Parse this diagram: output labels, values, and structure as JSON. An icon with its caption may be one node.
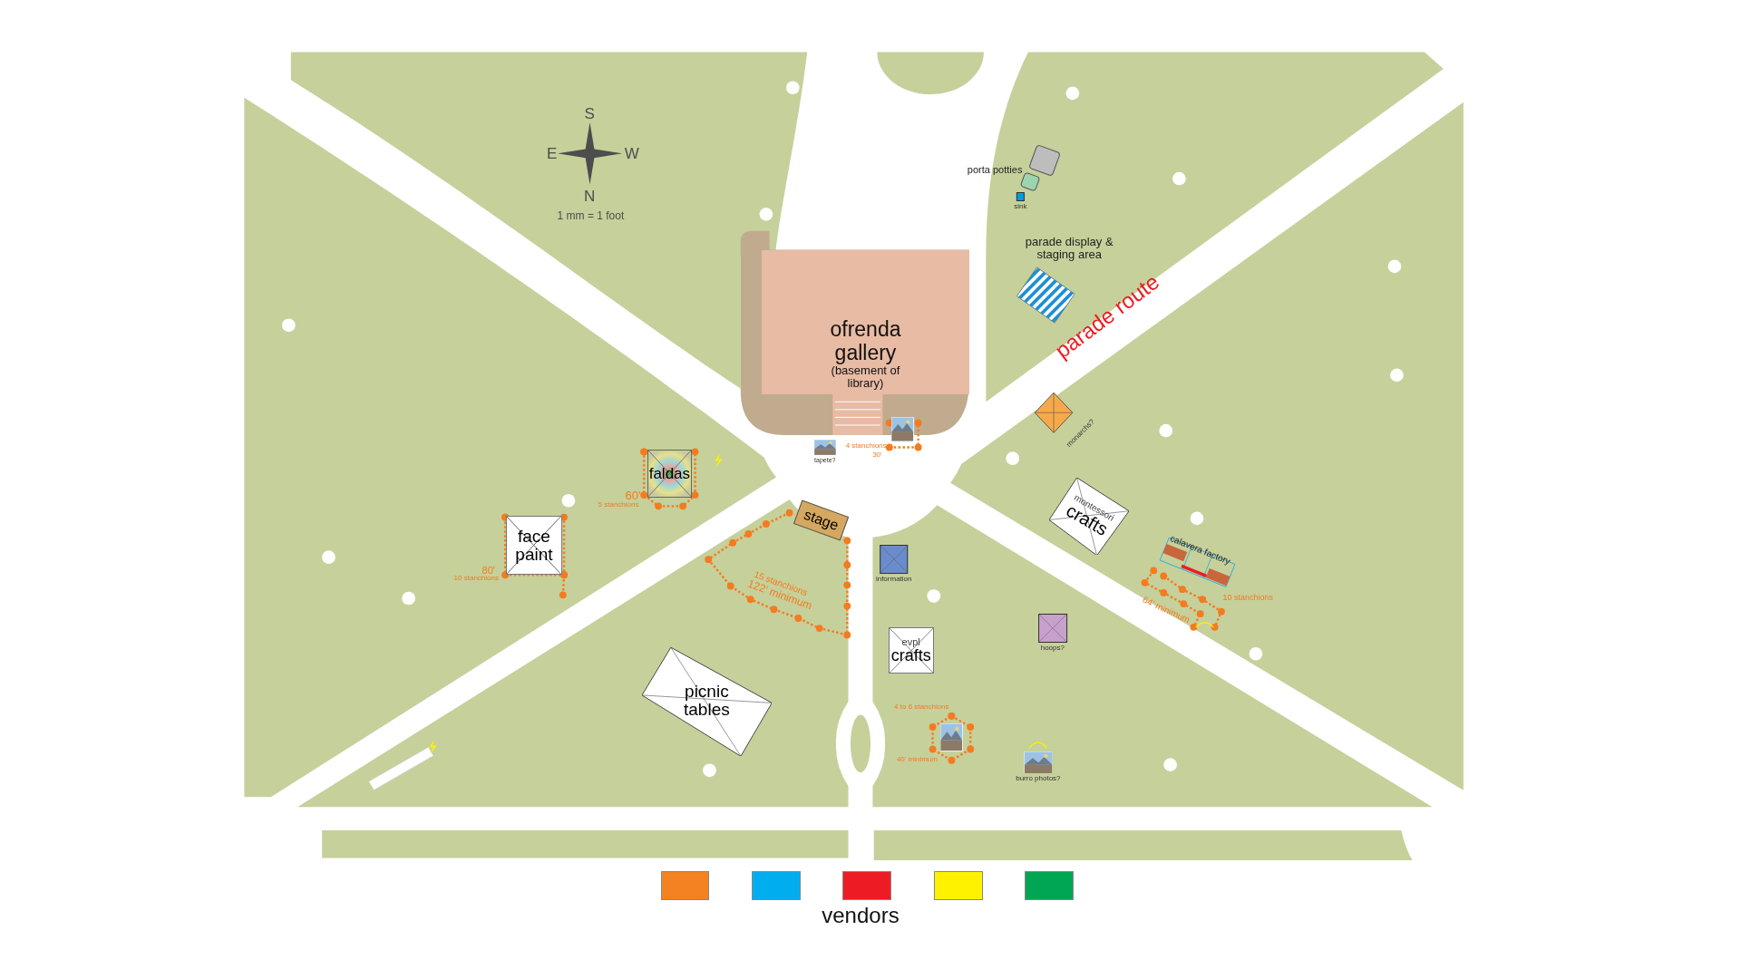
{
  "diagram": {
    "nodes": [
      {
        "text": [
          "ofrenda gallery",
          "(basement of library)"
        ]
      },
      {
        "text": [
          "faldas"
        ],
        "beside": [
          "60'",
          "5 stanchions"
        ]
      },
      {
        "text": [
          "face paint"
        ],
        "beside": [
          "80'",
          "10 stanchions"
        ]
      },
      {
        "text": [
          "stage"
        ],
        "beside": [
          "15 stanchions",
          "122' minimum"
        ]
      },
      {
        "text": [
          "information"
        ]
      },
      {
        "text": [
          "evpl",
          "crafts"
        ]
      },
      {
        "text": [
          "picnic tables"
        ]
      },
      {
        "text": [
          "montessori",
          "crafts"
        ]
      },
      {
        "text": [
          "hoops?"
        ]
      },
      {
        "text": [
          "calavera factory"
        ],
        "beside": [
          "10 stanchions",
          "64' minimum"
        ]
      },
      {
        "text": [
          "monarchs?"
        ]
      },
      {
        "text": [
          "parade display & staging area"
        ]
      },
      {
        "text": [],
        "shape": "box",
        "beside": [
          "porta potties"
        ]
      },
      {
        "text": [],
        "shape": "box"
      },
      {
        "text": [
          "sink"
        ]
      },
      {
        "text": [
          "tapete?"
        ]
      },
      {
        "text": [],
        "shape": "picture",
        "beside": [
          "4 stanchions",
          "30'"
        ]
      },
      {
        "text": [],
        "shape": "picture",
        "beside": [
          "4 to 6 stanchions",
          "40' minimum"
        ]
      },
      {
        "text": [
          "burro photos?"
        ]
      },
      {
        "text": [],
        "shape": "box"
      },
      {
        "text": [],
        "shape": "box"
      },
      {
        "text": [],
        "shape": "box"
      },
      {
        "text": [],
        "shape": "box"
      },
      {
        "text": [],
        "shape": "box"
      }
    ],
    "labels": [
      "S",
      "E",
      "W",
      "N",
      "1 mm = 1 foot",
      "parade route",
      "vendors"
    ]
  }
}
